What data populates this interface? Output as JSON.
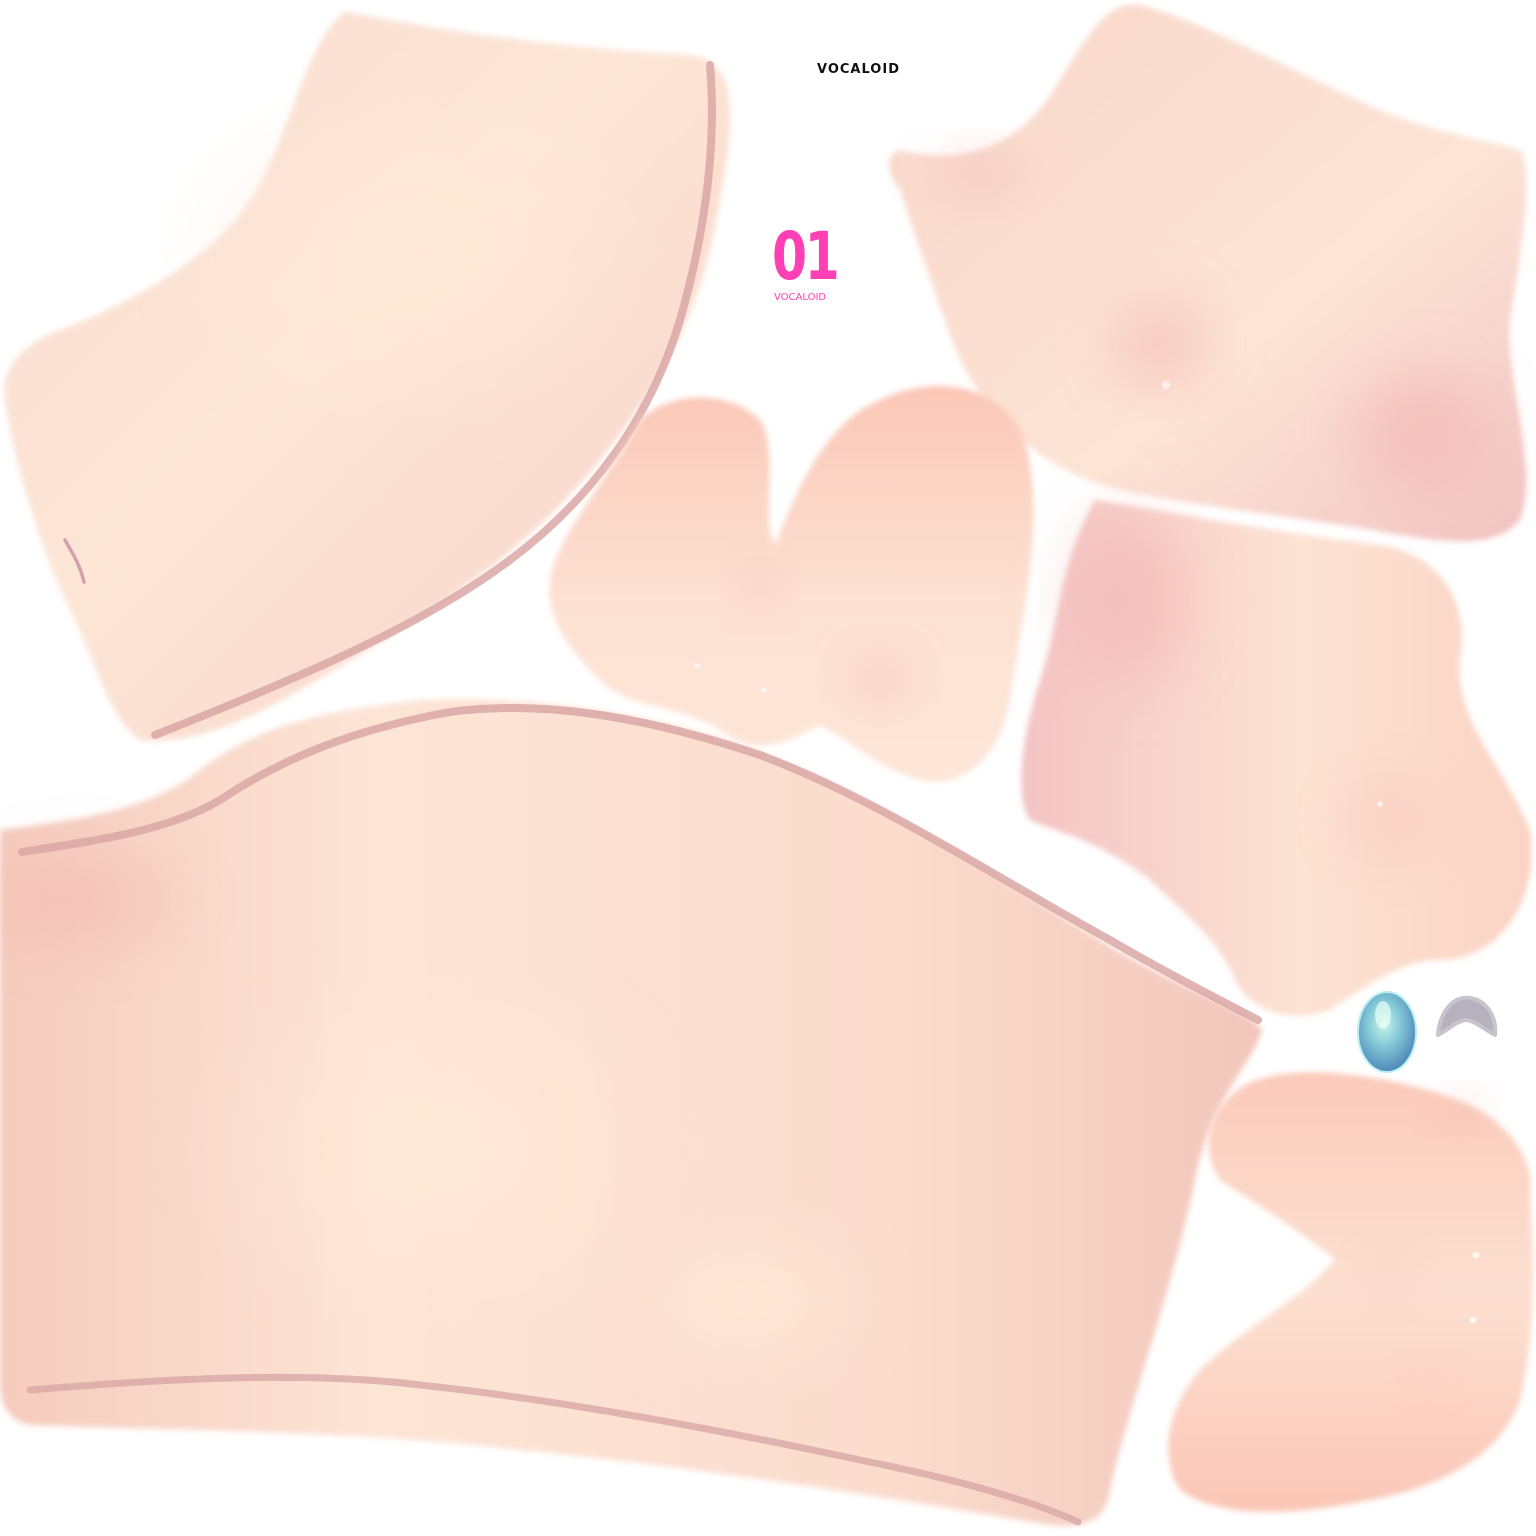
{
  "texts": {
    "top_label": "VOCALOID",
    "number": "01",
    "number_sublabel": "VOCALOID"
  },
  "colors": {
    "background": "#ffffff",
    "skin_light": "#fde6d6",
    "skin_mid": "#f8d5c8",
    "skin_blush": "#f3c5c2",
    "skin_peach": "#fbc8b8",
    "seam_line": "#d9a7a5",
    "accent_pink": "#ff3fb4",
    "label_black": "#111111",
    "gem_blue": "#7fc8d8",
    "gem_grey": "#b7b1bd"
  }
}
